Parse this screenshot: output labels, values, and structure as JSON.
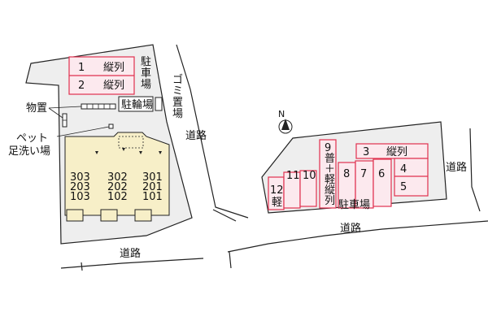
{
  "roads": {
    "label": "道路"
  },
  "left_site": {
    "parking_label": "駐車場",
    "parking_rows": [
      {
        "number": "1",
        "type": "縦列"
      },
      {
        "number": "2",
        "type": "縦列"
      }
    ],
    "bicycle_label": "駐輪場",
    "garbage_label": "ゴミ置場",
    "storage_label": "物置",
    "pet_label": "ペット足洗い場",
    "units": {
      "col1": [
        "303",
        "203",
        "103"
      ],
      "col2": [
        "302",
        "202",
        "102"
      ],
      "col3": [
        "301",
        "201",
        "101"
      ]
    }
  },
  "right_site": {
    "parking_label": "駐車場",
    "north_label": "N",
    "slot3": {
      "number": "3",
      "type": "縦列"
    },
    "slot9": {
      "number": "9",
      "type": "普＋軽縦列"
    },
    "slot12": {
      "number": "12",
      "type": "軽"
    },
    "slots_plain": [
      "11",
      "10",
      "8",
      "7",
      "6"
    ],
    "slot4": "4",
    "slot5": "5"
  },
  "colors": {
    "parking_fill": "#fce9ee",
    "parking_border": "#e0304f",
    "lot_fill": "#eeeeee",
    "building_fill": "#f7efc8"
  }
}
